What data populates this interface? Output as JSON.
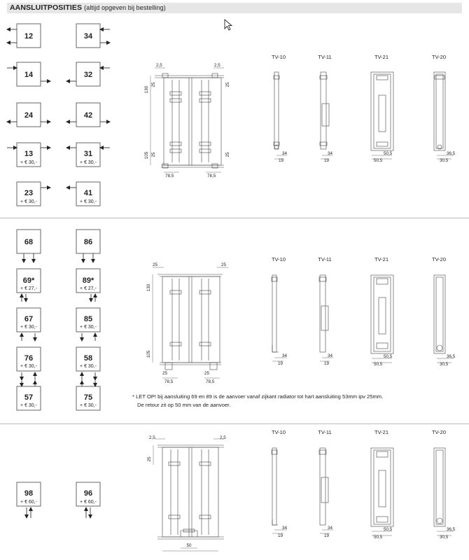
{
  "header": {
    "title": "AANSLUITPOSITIES",
    "subtitle": "(altijd opgeven bij bestelling)"
  },
  "section1": {
    "boxes": [
      {
        "code": "12",
        "price": ""
      },
      {
        "code": "34",
        "price": ""
      },
      {
        "code": "14",
        "price": ""
      },
      {
        "code": "32",
        "price": ""
      },
      {
        "code": "24",
        "price": ""
      },
      {
        "code": "42",
        "price": ""
      },
      {
        "code": "13",
        "price": "+ € 30,-"
      },
      {
        "code": "31",
        "price": "+ € 30,-"
      },
      {
        "code": "23",
        "price": "+ € 30,-"
      },
      {
        "code": "41",
        "price": "+ € 30,-"
      }
    ],
    "dims": {
      "top_left": "2,5",
      "top_right": "2,5",
      "left_top": "130",
      "left_inner_top": "25",
      "left_bottom": "105",
      "left_inner_bottom": "25",
      "right_inner_top": "25",
      "right_inner_bottom": "25",
      "bottom_left": "78,5",
      "bottom_right": "78,5"
    }
  },
  "section2": {
    "boxes": [
      {
        "code": "68",
        "price": ""
      },
      {
        "code": "86",
        "price": ""
      },
      {
        "code": "69*",
        "price": "+ € 27,-"
      },
      {
        "code": "89*",
        "price": "+ € 27,-"
      },
      {
        "code": "67",
        "price": "+ € 30,-"
      },
      {
        "code": "85",
        "price": "+ € 30,-"
      },
      {
        "code": "76",
        "price": "+ € 30,-"
      },
      {
        "code": "58",
        "price": "+ € 30,-"
      },
      {
        "code": "57",
        "price": "+ € 30,-"
      },
      {
        "code": "75",
        "price": "+ € 30,-"
      }
    ],
    "dims": {
      "top_left": "25",
      "top_right": "25",
      "left_top": "130",
      "left_bottom": "105",
      "bottom_left": "78,5",
      "bottom_right": "78,5",
      "bottom_inner_left": "25",
      "bottom_inner_right": "25"
    },
    "note_line1": "* LET OP! bij aansluiting 69 en 89 is de aanvoer vanaf zijkant radiator tot hart aansluiting 53mm ipv 25mm.",
    "note_line2": "De retour zit op 50 mm van de aanvoer."
  },
  "section3": {
    "boxes": [
      {
        "code": "98",
        "price": "+ € 60,-"
      },
      {
        "code": "96",
        "price": "+ € 60,-"
      }
    ],
    "dims": {
      "top_left": "2,5",
      "top_right": "2,5",
      "left": "25",
      "bottom_center": "50"
    }
  },
  "types": [
    "TV-10",
    "TV-11",
    "TV-21",
    "TV-20"
  ],
  "side_dims": {
    "tv10_a": "34",
    "tv10_b": "19",
    "tv11_a": "34",
    "tv11_b": "19",
    "tv21_a": "50,5",
    "tv21_b": "50,5",
    "tv20_a": "36,5",
    "tv20_b": "30,5"
  }
}
